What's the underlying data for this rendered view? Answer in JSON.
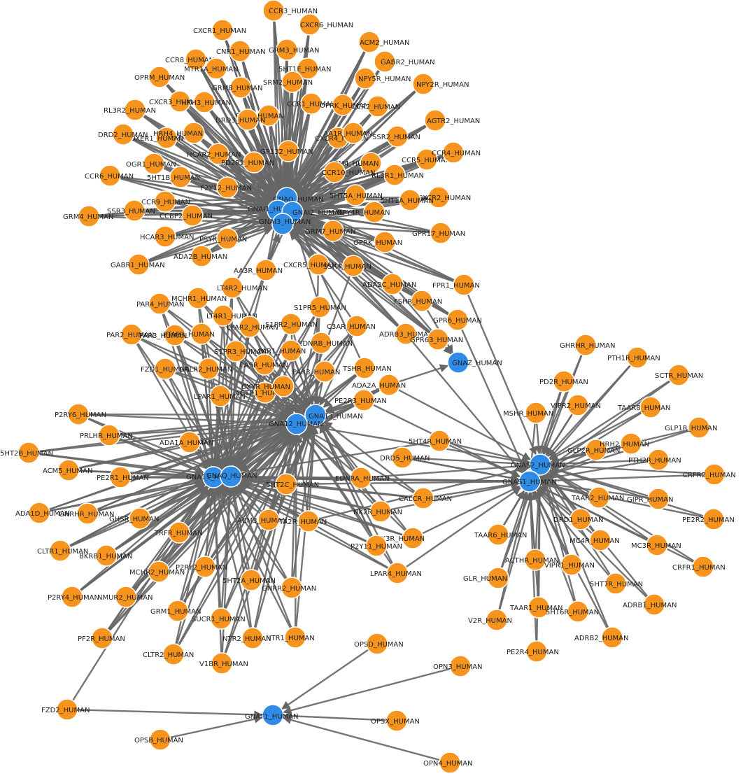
{
  "graph": {
    "colors": {
      "receptor_node": "#f7941d",
      "g_protein_node": "#2e8ce6",
      "node_stroke": "#ffffff",
      "edge": "#666666",
      "label": "#222222"
    },
    "g_proteins": [
      "GNAO_HUMAN",
      "GNAI1_HUMAN",
      "GNAI2_HUMAN",
      "GNAI3_HUMAN",
      "GNAZ_HUMAN",
      "GNA13_HUMAN",
      "GNA12_HUMAN",
      "GNA11_HUMAN",
      "GNAQ_HUMAN",
      "GNAS2_HUMAN",
      "GNAS1_HUMAN",
      "GNAT1_HUMAN"
    ],
    "receptors": {
      "gi_cluster": [
        "CCR3_HUMAN",
        "CXCR6_HUMAN",
        "CXCR1_HUMAN",
        "ACM2_HUMAN",
        "CNR1_HUMAN",
        "GRM3_HUMAN",
        "CCR8_HUMAN",
        "GABR2_HUMAN",
        "MTR1A_HUMAN",
        "5HT1E_HUMAN",
        "OPRM_HUMAN",
        "SRM2_HUMAN",
        "NPY5R_HUMAN",
        "NPY2R_HUMAN",
        "GRM8_HUMAN",
        "CXCR3_HUMAN",
        "HRH3_HUMAN",
        "CCR1_HUMAN",
        "OPRK_HUMAN",
        "CCR2_HUMAN",
        "RL3R2_HUMAN",
        "SSR5_HUMAN",
        "DRD3_HUMAN",
        "AGTR2_HUMAN",
        "OXER1_HUMAN",
        "HRH4_HUMAN",
        "CXCR4_HUMAN",
        "AA1R_HUMAN",
        "SSR2_HUMAN",
        "DRD2_HUMAN",
        "HCAR2_HUMAN",
        "GP132_HUMAN",
        "PD2R2_HUMAN",
        "ACM4_HUMAN",
        "OGR1_HUMAN",
        "CCR10_HUMAN",
        "CCR5_HUMAN",
        "CCR4_HUMAN",
        "CCR6_HUMAN",
        "5HT1B_HUMAN",
        "RL3R1_HUMAN",
        "P2Y12_HUMAN",
        "5HT5A_HUMAN",
        "CXCR2_HUMAN",
        "CCR9_HUMAN",
        "5HT1A_HUMAN",
        "SSR3_HUMAN",
        "GRM4_HUMAN",
        "CCBP2_HUMAN",
        "NPY4R_HUMAN",
        "GPR17_HUMAN",
        "HCAR3_HUMAN",
        "PSYR_HUMAN",
        "GRM7_HUMAN",
        "OPRK_HUMAN",
        "ADA2B_HUMAN",
        "GABR1_HUMAN",
        "AA3R_HUMAN",
        "CXCR5_HUMAN",
        "SSR4_HUMAN",
        "ADA2C_HUMAN",
        "FPR1_HUMAN",
        "FSHR_HUMAN",
        "GPR6_HUMAN",
        "ADRB3_HUMAN",
        "GPR63_HUMAN",
        "GPR12_HUMAN"
      ],
      "gq_cluster": [
        "LT4R2_HUMAN",
        "MCHR1_HUMAN",
        "PAR4_HUMAN",
        "LT4R1_HUMAN",
        "S1PR5_HUMAN",
        "S1PR2_HUMAN",
        "PAR2_HUMAN",
        "PAR3_HUMAN",
        "PTAFR_HUMAN",
        "LPAR2_HUMAN",
        "C3AR_HUMAN",
        "EDNRB_HUMAN",
        "S1PR3_HUMAN",
        "PAR1_HUMAN",
        "FZD1_HUMAN",
        "GALR2_HUMAN",
        "CASR_HUMAN",
        "TSHR_HUMAN",
        "PAR3_HUMAN",
        "LPAR1_HUMAN",
        "AGTR1_HUMAN",
        "OXYR_HUMAN",
        "ADA2A_HUMAN",
        "PE2R3_HUMAN",
        "P2RY6_HUMAN",
        "PRLHR_HUMAN",
        "ADA1A_HUMAN",
        "5HT2B_HUMAN",
        "ACM5_HUMAN",
        "PE2R1_HUMAN",
        "5HT2C_HUMAN",
        "EDNRA_HUMAN",
        "ADA1D_HUMAN",
        "GNRHR_HUMAN",
        "GHSR_HUMAN",
        "ACM3_HUMAN",
        "TA2R_HUMAN",
        "NK2R_HUMAN",
        "CALCR_HUMAN",
        "CLTR1_HUMAN",
        "TRFR_HUMAN",
        "NK3R_HUMAN",
        "P2Y11_HUMAN",
        "BKRB1_HUMAN",
        "MCHR2_HUMAN",
        "P2RY2_HUMAN",
        "LPAR4_HUMAN",
        "P2RY4_HUMAN",
        "NMUR2_HUMAN",
        "5HT2A_HUMAN",
        "GNRR2_HUMAN",
        "GRM1_HUMAN",
        "SUCR1_HUMAN",
        "PF2R_HUMAN",
        "NTR2_HUMAN",
        "NTR1_HUMAN",
        "CLTR2_HUMAN",
        "V1BR_HUMAN"
      ],
      "gs_cluster": [
        "GHRHR_HUMAN",
        "PTH1R_HUMAN",
        "PD2R_HUMAN",
        "SCTR_HUMAN",
        "VIPR2_HUMAN",
        "TAAR8_HUMAN",
        "MSHR_HUMAN",
        "GLP1R_HUMAN",
        "5HT4R_HUMAN",
        "GLP2R_HUMAN",
        "HRH2_HUMAN",
        "DRD5_HUMAN",
        "PTH2R_HUMAN",
        "CRFR2_HUMAN",
        "TAAR2_HUMAN",
        "GIPR_HUMAN",
        "DRD1_HUMAN",
        "PE2R2_HUMAN",
        "TAAR6_HUMAN",
        "MC4R_HUMAN",
        "MC3R_HUMAN",
        "ACTHR_HUMAN",
        "VIPR1_HUMAN",
        "CRFR1_HUMAN",
        "GLR_HUMAN",
        "5HT7R_HUMAN",
        "TAAR1_HUMAN",
        "ADRB1_HUMAN",
        "5HT6R_HUMAN",
        "V2R_HUMAN",
        "ADRB2_HUMAN",
        "PE2R4_HUMAN"
      ],
      "transducin_cluster": [
        "OPSD_HUMAN",
        "OPN3_HUMAN",
        "FZD2_HUMAN",
        "OPSX_HUMAN",
        "OPSB_HUMAN",
        "OPN4_HUMAN"
      ]
    }
  }
}
